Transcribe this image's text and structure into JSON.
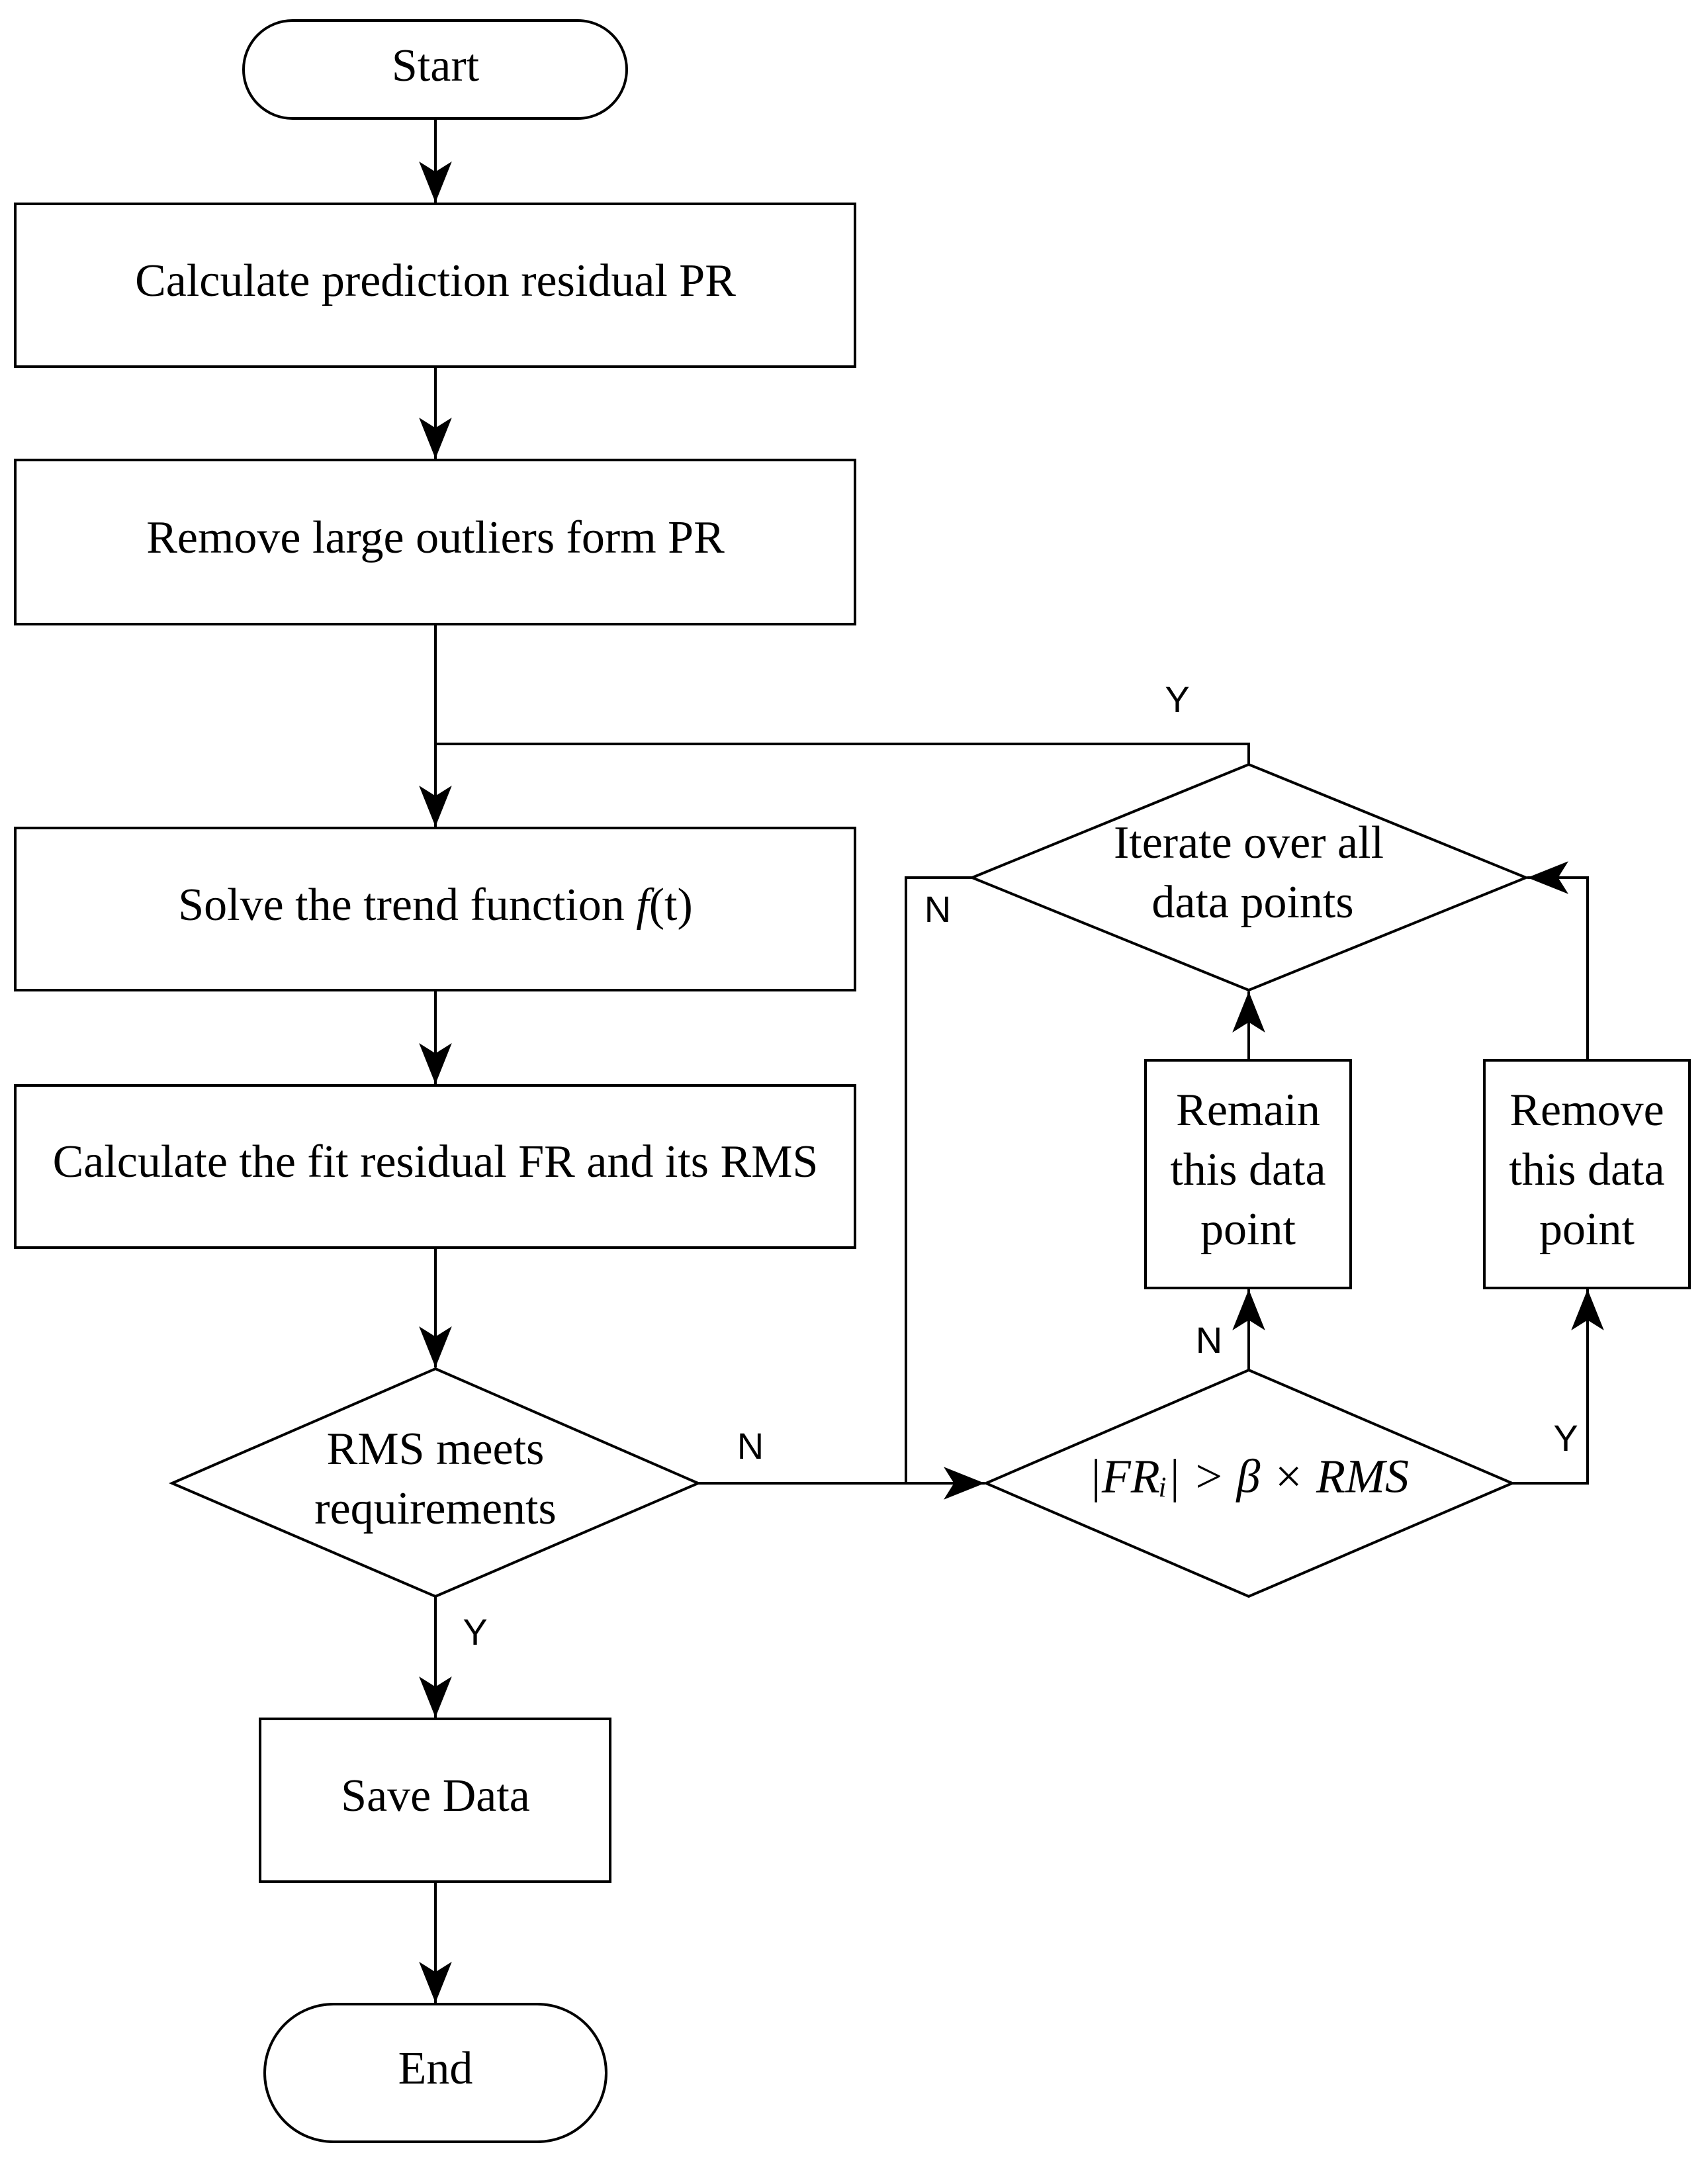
{
  "nodes": {
    "start": "Start",
    "calc_pr": "Calculate prediction residual PR",
    "remove_outliers": "Remove large outliers form PR",
    "solve_trend_prefix": "Solve the trend function ",
    "solve_trend_f": "f",
    "solve_trend_suffix": "(t)",
    "calc_fr": "Calculate the fit residual FR and its RMS",
    "rms_line1": "RMS meets",
    "rms_line2": "requirements",
    "save": "Save Data",
    "end": "End",
    "iterate_line1": "Iterate over all",
    "iterate_line2": "data points",
    "remain_line1": "Remain",
    "remain_line2": "this data",
    "remain_line3": "point",
    "remove_line1": "Remove",
    "remove_line2": "this data",
    "remove_line3": "point",
    "condition": "|FRᵢ| > β × RMS"
  },
  "edge_labels": {
    "iterate_yes": "Y",
    "iterate_no": "N",
    "rms_no": "N",
    "rms_yes": "Y",
    "cond_no": "N",
    "cond_yes": "Y"
  }
}
